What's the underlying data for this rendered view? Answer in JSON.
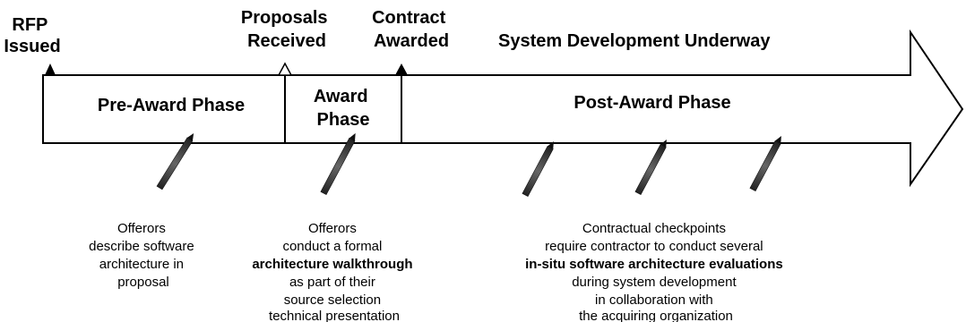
{
  "milestones": {
    "rfp": [
      "RFP",
      "Issued"
    ],
    "proposals": [
      "Proposals",
      "Received"
    ],
    "contract": [
      "Contract",
      "Awarded"
    ]
  },
  "banner": "System Development Underway",
  "phases": {
    "pre_award": "Pre-Award Phase",
    "award": [
      "Award",
      "Phase"
    ],
    "post_award": "Post-Award Phase"
  },
  "notes": {
    "pre_award": [
      "Offerors",
      "describe software",
      "architecture in",
      "proposal"
    ],
    "award": [
      "Offerors",
      "conduct a formal",
      "architecture walkthrough",
      "as part of their",
      "source selection",
      "technical presentation"
    ],
    "post_award": [
      "Contractual checkpoints",
      "require contractor to conduct several",
      "in-situ software architecture evaluations",
      "during system development",
      "in collaboration with",
      "the acquiring organization"
    ]
  }
}
